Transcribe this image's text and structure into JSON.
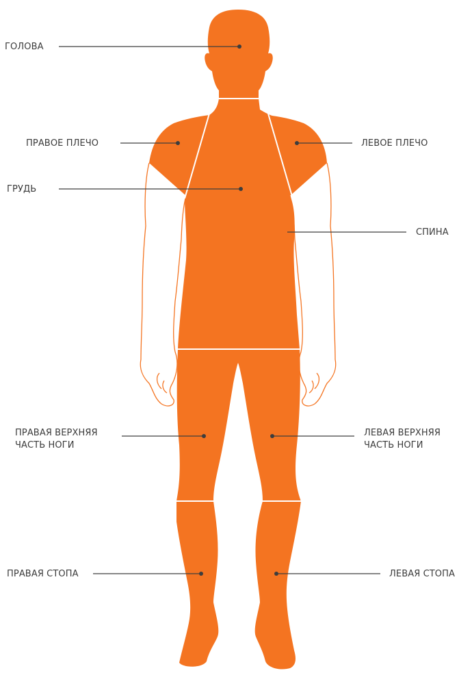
{
  "colors": {
    "body_fill": "#f47421",
    "body_outline": "#f47421",
    "divider": "#ffffff",
    "leader_line": "#3d3d3d",
    "label_text": "#3a3a3a"
  },
  "labels": {
    "head": "ГОЛОВА",
    "right_shoulder": "ПРАВОЕ ПЛЕЧО",
    "left_shoulder": "ЛЕВОЕ ПЛЕЧО",
    "chest": "ГРУДЬ",
    "back": "СПИНА",
    "right_upper_leg_line1": "ПРАВАЯ ВЕРХНЯЯ",
    "right_upper_leg_line2": "ЧАСТЬ НОГИ",
    "left_upper_leg_line1": "ЛЕВАЯ ВЕРХНЯЯ",
    "left_upper_leg_line2": "ЧАСТЬ НОГИ",
    "right_foot": "ПРАВАЯ СТОПА",
    "left_foot": "ЛЕВАЯ СТОПА"
  }
}
